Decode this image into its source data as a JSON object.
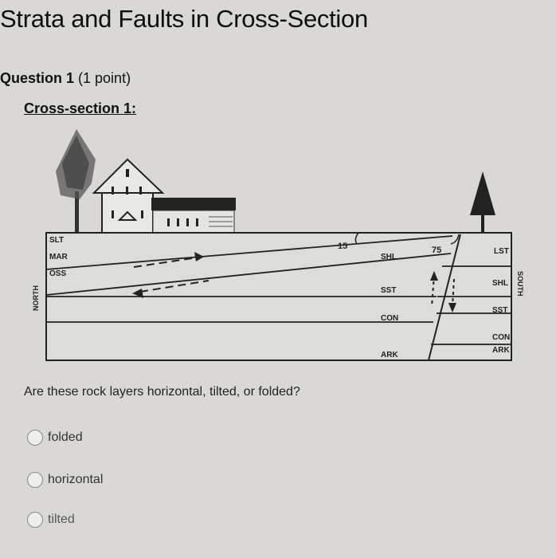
{
  "page": {
    "title": "Strata and Faults in Cross-Section",
    "question_number": "Question 1",
    "question_points": "(1 point)",
    "section_label": "Cross-section 1:"
  },
  "figure": {
    "direction_left": "NORTH",
    "direction_right": "SOUTH",
    "angle_left": "15",
    "angle_right": "75",
    "left_labels": [
      "SLT",
      "MAR",
      "OSS"
    ],
    "middle_labels": [
      "SHL",
      "SST",
      "CON",
      "ARK"
    ],
    "right_labels": [
      "LST",
      "SHL",
      "SST",
      "CON",
      "ARK"
    ]
  },
  "question": {
    "prompt": "Are these rock layers horizontal, tilted, or folded?",
    "options": [
      "folded",
      "horizontal",
      "tilted"
    ]
  }
}
